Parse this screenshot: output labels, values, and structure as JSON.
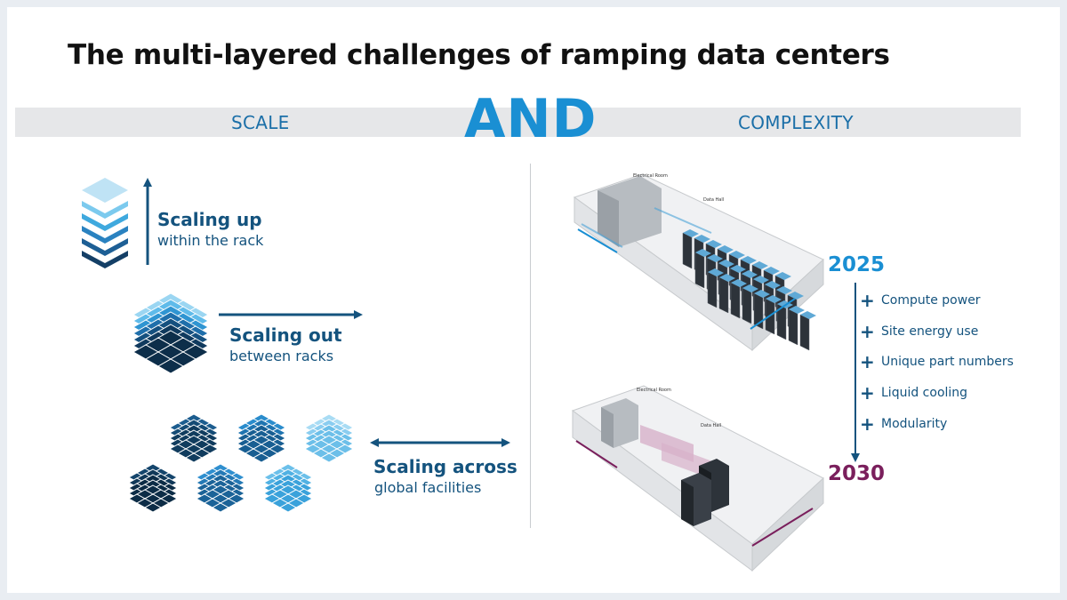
{
  "title": "The multi-layered challenges of ramping data centers",
  "band": {
    "left_label": "SCALE",
    "center_label": "AND",
    "right_label": "COMPLEXITY"
  },
  "scale": [
    {
      "heading": "Scaling up",
      "sub": "within the rack"
    },
    {
      "heading": "Scaling out",
      "sub": "between racks"
    },
    {
      "heading": "Scaling across",
      "sub": "global facilities"
    }
  ],
  "complexity": {
    "year_start": "2025",
    "year_end": "2030",
    "items": [
      "Compute power",
      "Site energy use",
      "Unique part numbers",
      "Liquid cooling",
      "Modularity"
    ],
    "plus_symbol": "+"
  },
  "colors": {
    "accent": "#1a8fd3",
    "navy": "#14537e",
    "maroon": "#7a1f5c",
    "band": "#e6e7e9"
  }
}
